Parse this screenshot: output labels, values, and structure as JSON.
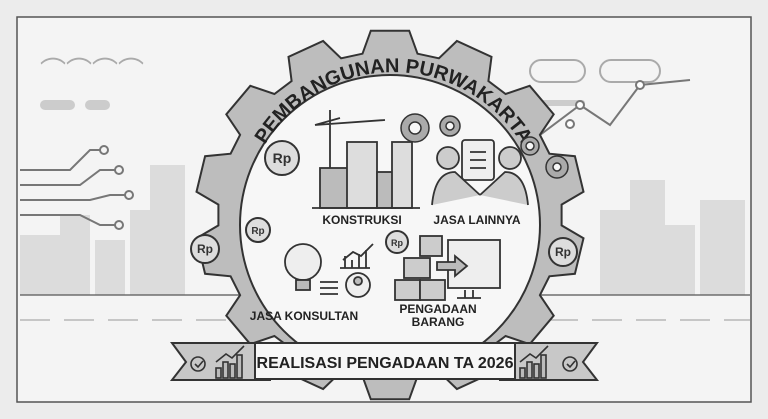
{
  "title": "PEMBANGUNAN PURWAKARTA",
  "categories": {
    "konstruksi": "KONSTRUKSI",
    "jasa_lainnya": "JASA LAINNYA",
    "jasa_konsultan": "JASA KONSULTAN",
    "pengadaan_barang_line1": "PENGADAAN",
    "pengadaan_barang_line2": "BARANG"
  },
  "banner": "REALISASI PENGADAAN TA 2026",
  "coin_label": "Rp",
  "colors": {
    "background": "#ececec",
    "gear": "#bdbdbd",
    "ink": "#222222",
    "panel": "#f7f7f7"
  }
}
